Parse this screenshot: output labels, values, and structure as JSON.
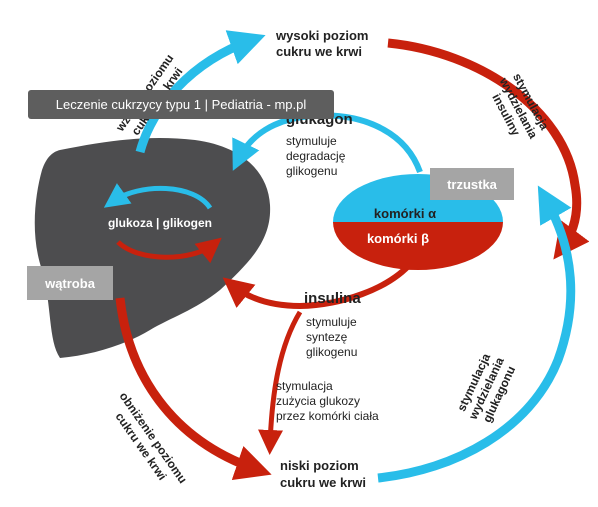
{
  "tooltip": {
    "text": "Leczenie cukrzycy typu 1 | Pediatria - mp.pl"
  },
  "diagram": {
    "high_sugar": [
      "wysoki poziom",
      "cukru we krwi"
    ],
    "low_sugar": [
      "niski poziom",
      "cukru we krwi"
    ],
    "rise_label": [
      "wzrost poziomu",
      "cukru we krwi"
    ],
    "drop_label": [
      "obniżenie poziomu",
      "cukru we krwi"
    ],
    "insulin_secretion": [
      "stymulacja",
      "wydzielania",
      "insuliny"
    ],
    "glucagon_secretion": [
      "stymulacja",
      "wydzielania",
      "glukagonu"
    ],
    "glucagon": "glukagon",
    "glucagon_effect": [
      "stymuluje",
      "degradację",
      "glikogenu"
    ],
    "insulin": "insulina",
    "insulin_effect": [
      "stymuluje",
      "syntezę",
      "glikogenu"
    ],
    "glucose_use": [
      "stymulacja",
      "zużycia glukozy",
      "przez komórki ciała"
    ],
    "pancreas_label": "trzustka",
    "alpha_cells": "komórki α",
    "beta_cells": "komórki β",
    "liver_label": "wątroba",
    "liver_inner": "glukoza | glikogen"
  },
  "colors": {
    "red": "#c8210d",
    "blue": "#29bde9",
    "liver": "#4d4d4f",
    "label_box": "#a5a5a5"
  }
}
